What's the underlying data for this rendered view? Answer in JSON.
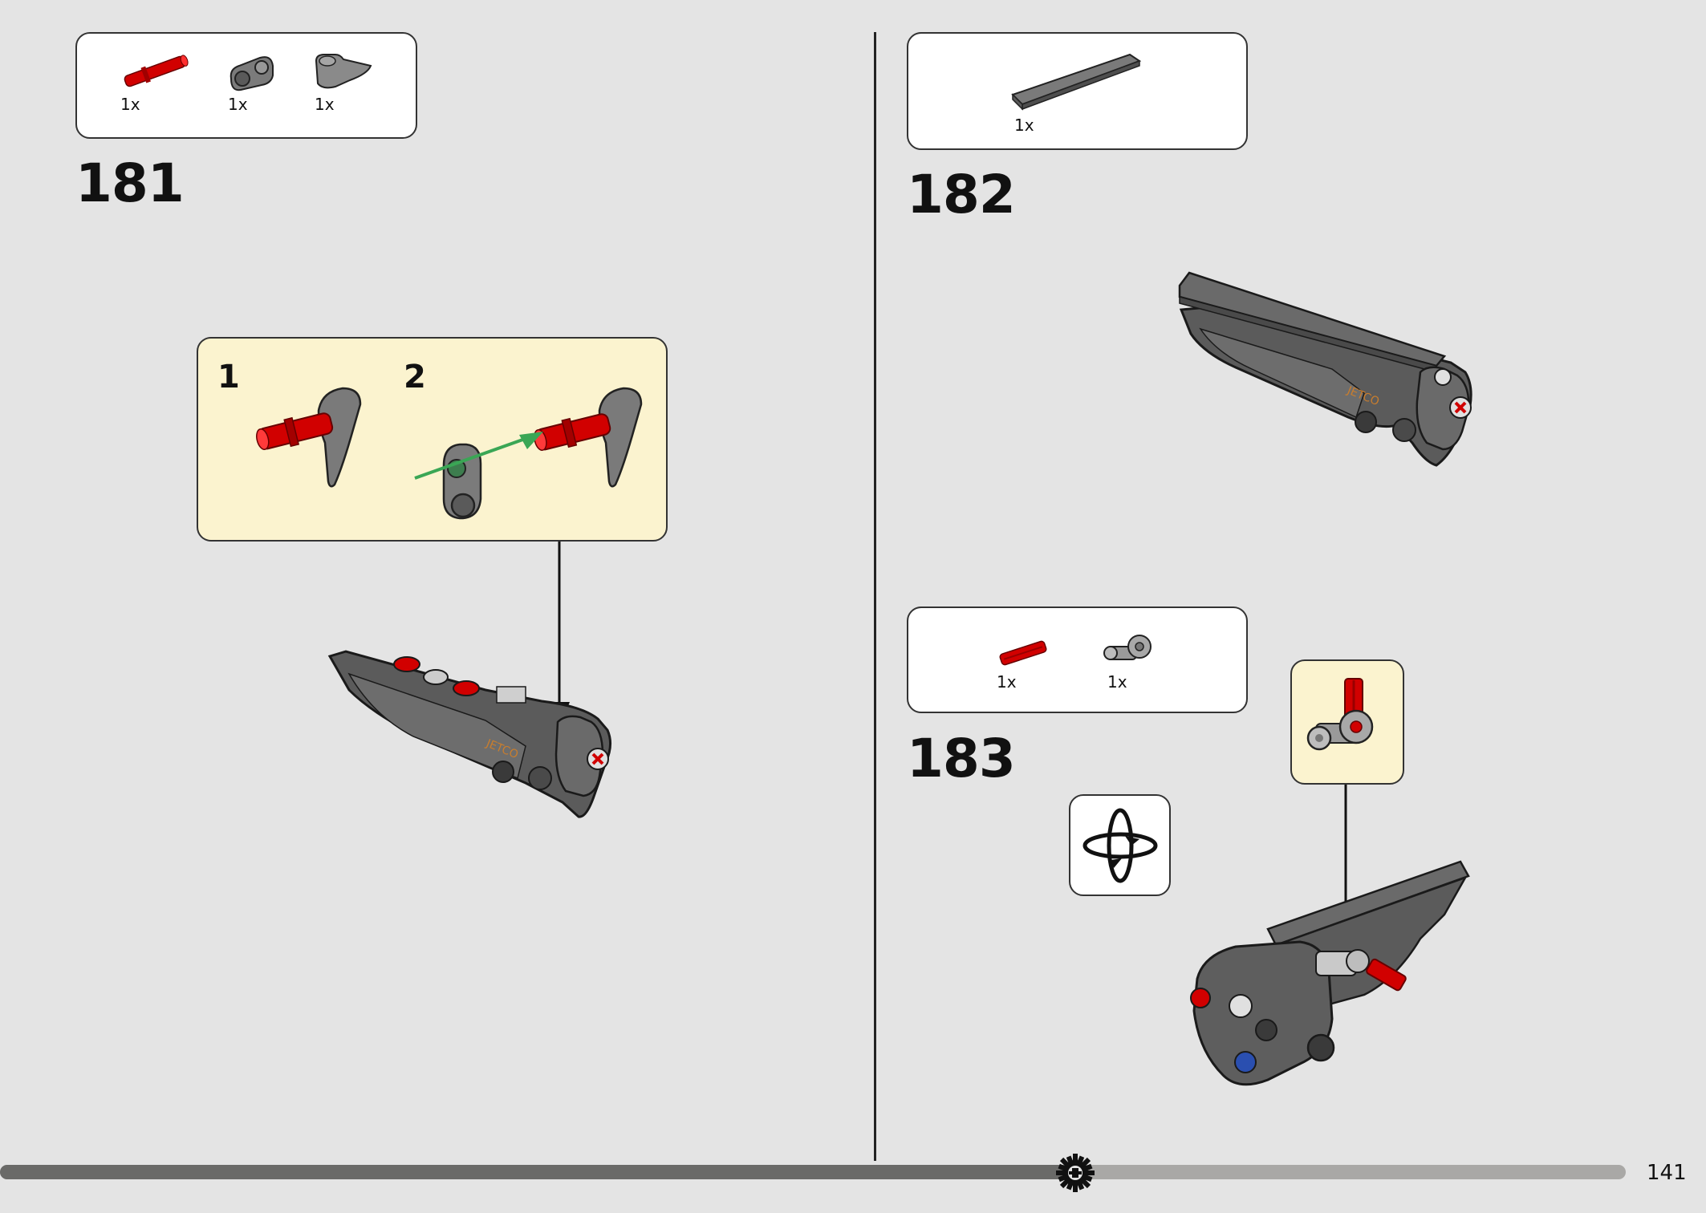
{
  "page": {
    "number": "141",
    "progress": 0.66
  },
  "steps": [
    {
      "number": "181",
      "parts": [
        {
          "qty": "1x",
          "icon": "red-axle-pin-icon",
          "color": "#d10000"
        },
        {
          "qty": "1x",
          "icon": "gray-pin-connector-icon",
          "color": "#7b7b7b"
        },
        {
          "qty": "1x",
          "icon": "gray-curved-panel-icon",
          "color": "#8a8a8a"
        }
      ],
      "substeps": [
        {
          "number": "1"
        },
        {
          "number": "2"
        }
      ]
    },
    {
      "number": "182",
      "parts": [
        {
          "qty": "1x",
          "icon": "gray-beam-icon",
          "color": "#6e6e6e"
        }
      ]
    },
    {
      "number": "183",
      "parts": [
        {
          "qty": "1x",
          "icon": "red-axle-icon",
          "color": "#d10000"
        },
        {
          "qty": "1x",
          "icon": "gray-axle-connector-icon",
          "color": "#9a9a9a"
        }
      ]
    }
  ],
  "colors": {
    "background": "#e4e4e4",
    "callout": "#fbf3cf",
    "red": "#d10000",
    "dark_gray": "#5b5b5b",
    "arrow_green": "#3aa655"
  }
}
